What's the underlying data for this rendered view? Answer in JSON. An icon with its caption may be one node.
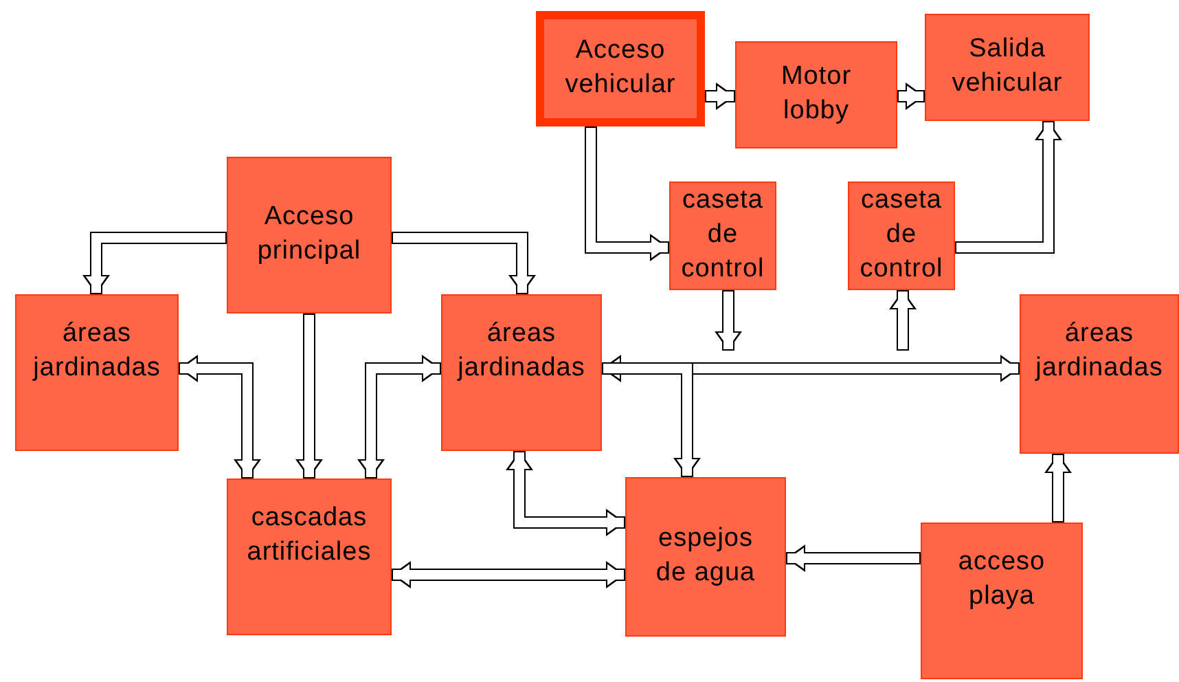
{
  "diagram": {
    "nodes": [
      {
        "text": [
          "Acceso vehicular"
        ]
      },
      {
        "text": [
          "Motor lobby"
        ]
      },
      {
        "text": [
          "Salida vehicular"
        ]
      },
      {
        "text": [
          "caseta de control"
        ]
      },
      {
        "text": [
          "caseta de control"
        ]
      },
      {
        "text": [
          "Acceso principal"
        ]
      },
      {
        "text": [
          "áreas jardinadas"
        ]
      },
      {
        "text": [
          "áreas jardinadas"
        ]
      },
      {
        "text": [
          "áreas jardinadas"
        ]
      },
      {
        "text": [
          "cascadas artificiales"
        ]
      },
      {
        "text": [
          "espejos de agua"
        ]
      },
      {
        "text": [
          "acceso playa"
        ]
      }
    ],
    "edges": [
      {
        "from": 0,
        "to": 1,
        "arrow": "to"
      },
      {
        "from": 1,
        "to": 2,
        "arrow": "to"
      },
      {
        "from": 0,
        "to": 3,
        "arrow": "to"
      },
      {
        "from": 4,
        "to": 2,
        "arrow": "to"
      },
      {
        "from": 3,
        "to": null,
        "arrow": "to"
      },
      {
        "from": null,
        "to": 4,
        "arrow": "to"
      },
      {
        "from": 7,
        "to": 8,
        "arrow": "both"
      },
      {
        "from": 7,
        "to": 10,
        "arrow": "to"
      },
      {
        "from": 5,
        "to": 6,
        "arrow": "to"
      },
      {
        "from": 5,
        "to": 7,
        "arrow": "to"
      },
      {
        "from": 5,
        "to": 9,
        "arrow": "to"
      },
      {
        "from": 6,
        "to": 9,
        "arrow": "both"
      },
      {
        "from": 9,
        "to": 7,
        "arrow": "both"
      },
      {
        "from": 7,
        "to": 10,
        "arrow": "both"
      },
      {
        "from": 9,
        "to": 10,
        "arrow": "both"
      },
      {
        "from": 11,
        "to": 10,
        "arrow": "to"
      },
      {
        "from": 11,
        "to": 8,
        "arrow": "to"
      }
    ]
  }
}
